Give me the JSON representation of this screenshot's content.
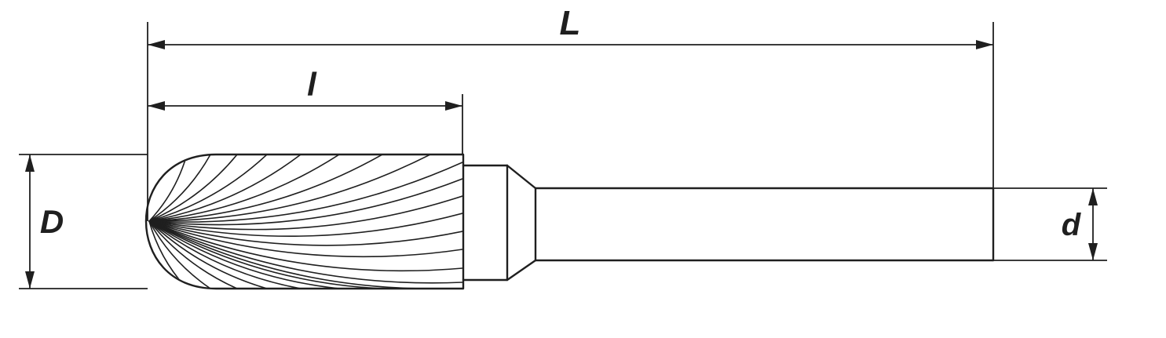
{
  "diagram": {
    "type": "technical-dimension-drawing",
    "part": "rotary-burr-cylindrical-radius-end",
    "labels": {
      "overall_length": "L",
      "flute_length": "l",
      "head_diameter": "D",
      "shank_diameter": "d"
    },
    "colors": {
      "line": "#1f1f1f",
      "background": "#ffffff"
    }
  }
}
